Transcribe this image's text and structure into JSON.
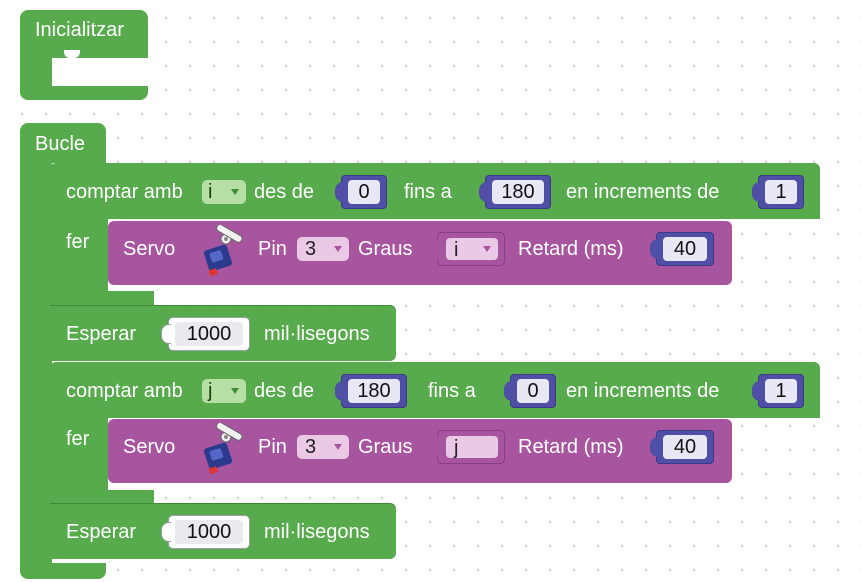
{
  "blocks": {
    "init": {
      "label": "Inicialitzar"
    },
    "loop": {
      "label": "Bucle"
    },
    "count1": {
      "prefix": "comptar amb",
      "var": "i",
      "from_label": "des de",
      "from": "0",
      "to_label": "fins a",
      "to": "180",
      "step_label": "en increments de",
      "step": "1",
      "do_label": "fer",
      "servo": {
        "label": "Servo",
        "pin_label": "Pin",
        "pin": "3",
        "degrees_label": "Graus",
        "degrees_var": "i",
        "delay_label": "Retard (ms)",
        "delay": "40"
      }
    },
    "wait1": {
      "label": "Esperar",
      "value": "1000",
      "unit": "mil·lisegons"
    },
    "count2": {
      "prefix": "comptar amb",
      "var": "j",
      "from_label": "des de",
      "from": "180",
      "to_label": "fins a",
      "to": "0",
      "step_label": "en increments de",
      "step": "1",
      "do_label": "fer",
      "servo": {
        "label": "Servo",
        "pin_label": "Pin",
        "pin": "3",
        "degrees_label": "Graus",
        "degrees_var": "j",
        "delay_label": "Retard (ms)",
        "delay": "40"
      }
    },
    "wait2": {
      "label": "Esperar",
      "value": "1000",
      "unit": "mil·lisegons"
    }
  },
  "colors": {
    "control": "#58ab4d",
    "servo": "#a855a0",
    "number": "#4f4fa6"
  },
  "icons": {
    "servo": "servo-motor-icon",
    "dropdown": "chevron-down-icon"
  }
}
